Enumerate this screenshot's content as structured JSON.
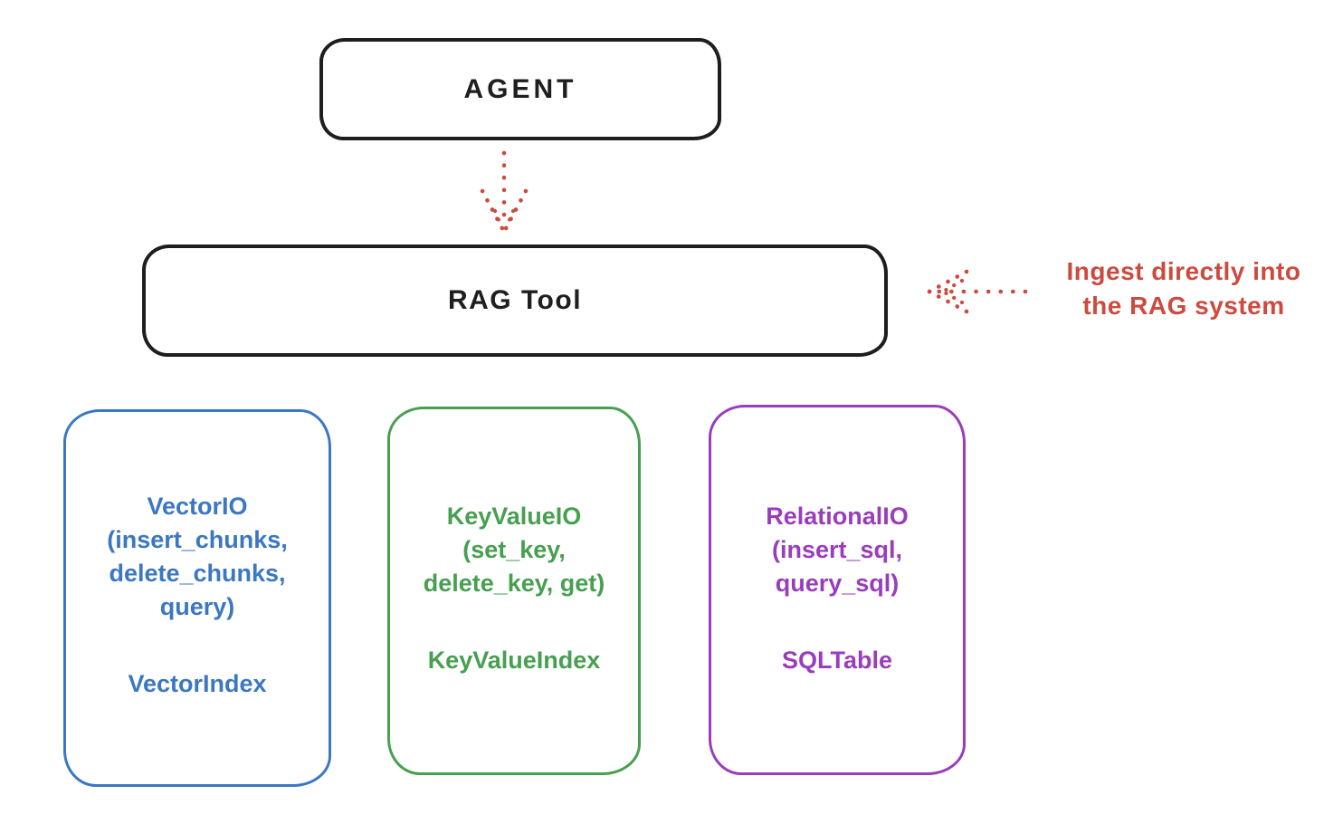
{
  "colors": {
    "ink": "#1e1e1e",
    "red": "#cd4a3e",
    "blue": "#3b77c2",
    "green": "#479f50",
    "purple": "#9a3dbd",
    "bg": "#ffffff"
  },
  "agent": {
    "label": "AGENT"
  },
  "rag_tool": {
    "label": "RAG Tool"
  },
  "annotation": {
    "text": "Ingest directly into\nthe RAG system"
  },
  "backends": [
    {
      "id": "vector",
      "methods": "VectorIO\n(insert_chunks,\ndelete_chunks,\nquery)",
      "index": "VectorIndex",
      "color": "#3b77c2"
    },
    {
      "id": "keyvalue",
      "methods": "KeyValueIO\n(set_key,\ndelete_key, get)",
      "index": "KeyValueIndex",
      "color": "#479f50"
    },
    {
      "id": "relational",
      "methods": "RelationalIO\n(insert_sql,\nquery_sql)",
      "index": "SQLTable",
      "color": "#9a3dbd"
    }
  ]
}
